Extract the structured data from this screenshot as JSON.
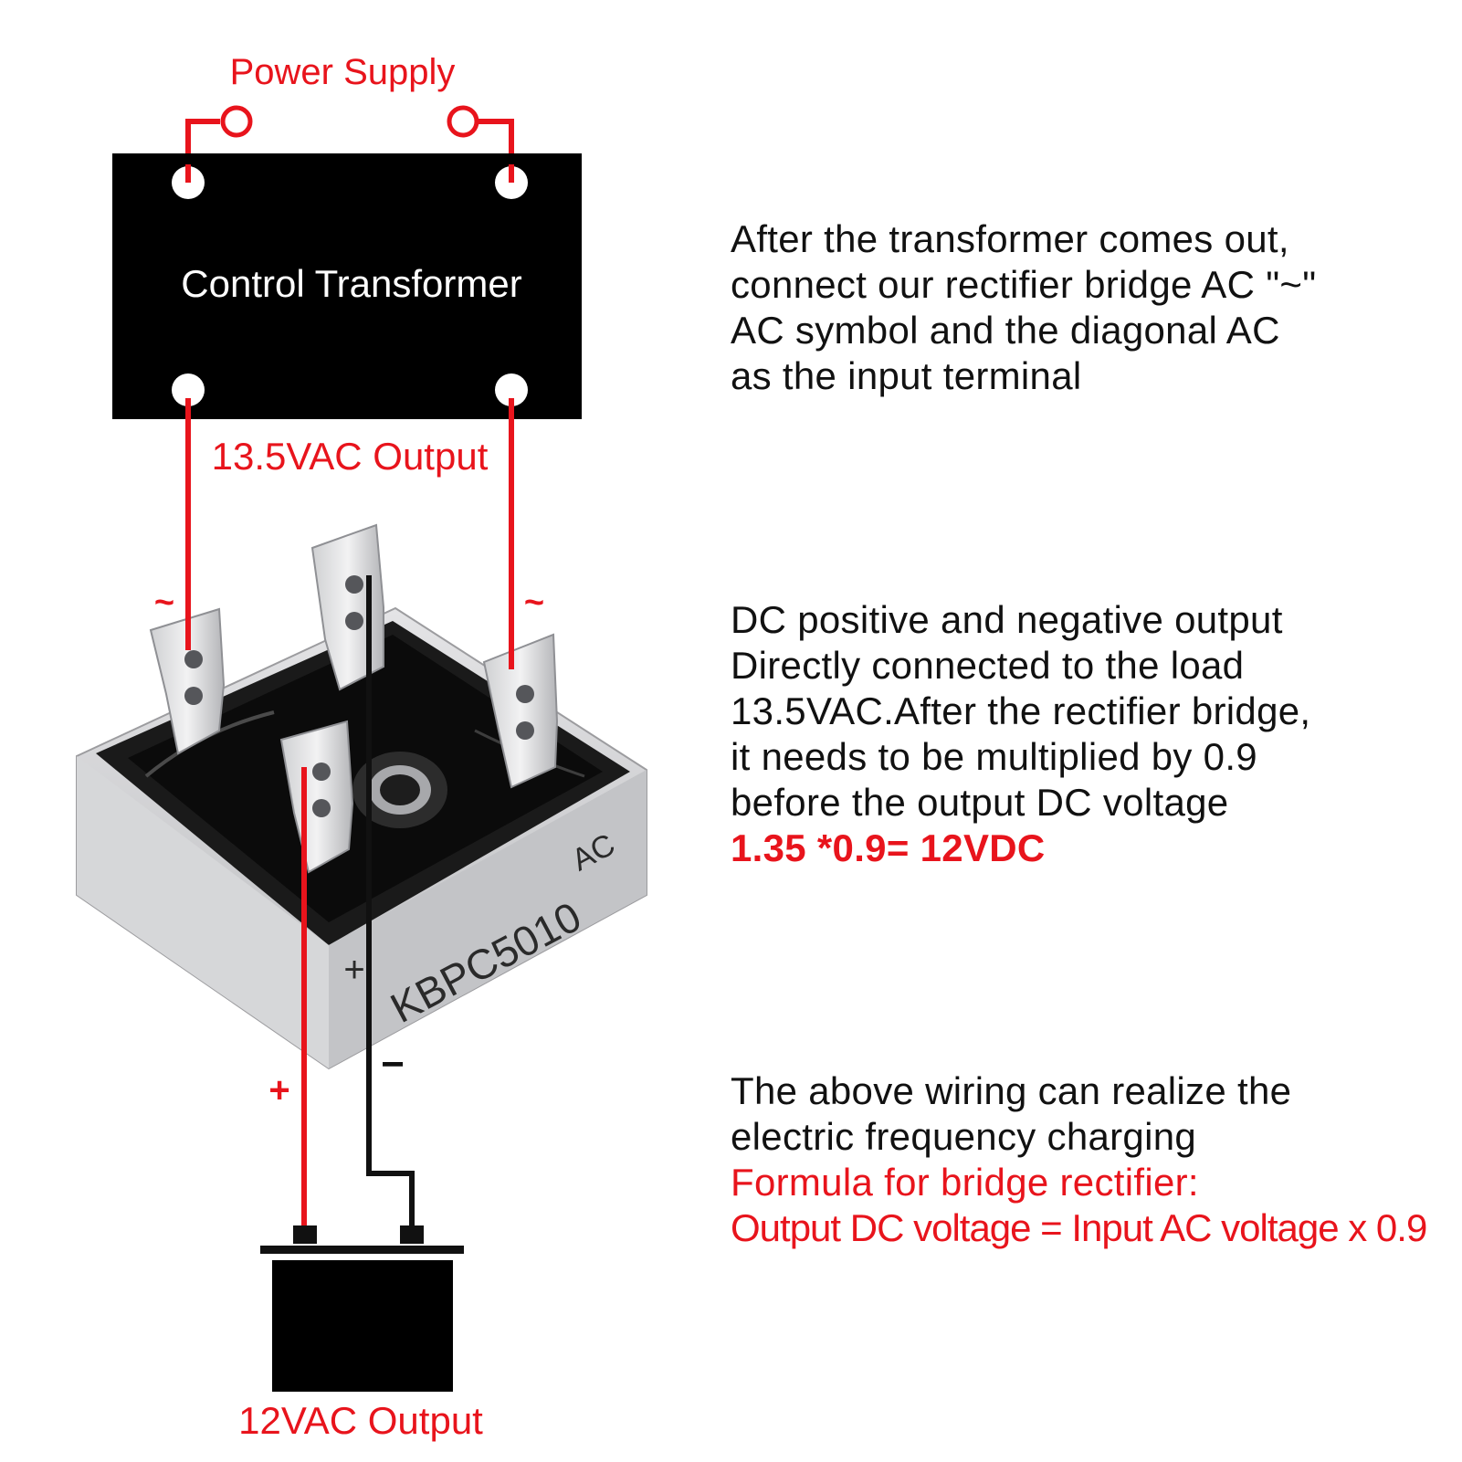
{
  "labels": {
    "power_supply": "Power Supply",
    "transformer": "Control Transformer",
    "ac_output_top": "13.5VAC Output",
    "tilde_left": "~",
    "tilde_right": "~",
    "plus": "+",
    "minus": "−",
    "bridge_model": "KBPC5010",
    "bridge_ac": "AC",
    "bridge_plus": "+",
    "ac_output_bottom": "12VAC Output"
  },
  "descriptions": {
    "block1": [
      "After the transformer comes out,",
      "connect our rectifier bridge AC \"~\"",
      "AC symbol and the diagonal AC",
      "as the input terminal"
    ],
    "block2": [
      "DC positive and negative output",
      "Directly connected to the load",
      "13.5VAC.After the rectifier bridge,",
      "it needs to be multiplied by 0.9",
      "before the output DC voltage"
    ],
    "block2_highlight": "1.35 *0.9= 12VDC",
    "block3": [
      "The above wiring can realize the",
      "electric frequency charging"
    ],
    "block3_red": [
      "Formula for bridge rectifier:",
      "Output DC voltage = Input AC voltage x 0.9"
    ]
  },
  "colors": {
    "wire_red": "#e8141c",
    "wire_black": "#111111",
    "transformer_body": "#000000",
    "bridge_body": "#c9c9cb"
  }
}
